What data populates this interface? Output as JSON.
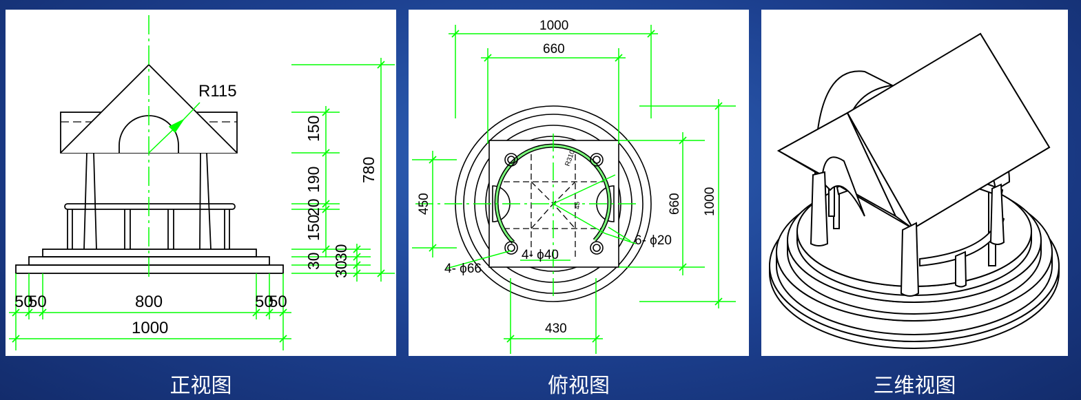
{
  "colors": {
    "background": "#1f4494",
    "dimension": "#00ff00",
    "drawing": "#000000"
  },
  "front_view": {
    "caption": "正视图",
    "radius_label": "R115",
    "dims_vertical": [
      "150",
      "190",
      "20",
      "150",
      "30",
      "30",
      "30"
    ],
    "dim_total_height": "780",
    "dims_bottom": [
      "50",
      "50",
      "800",
      "50",
      "50"
    ],
    "dim_total_width": "1000"
  },
  "top_view": {
    "caption": "俯视图",
    "dim_top_outer": "1000",
    "dim_top_inner": "660",
    "dim_left": "450",
    "dim_right_inner": "660",
    "dim_right_outer": "1000",
    "dim_bottom": "430",
    "label_holes_small": "6- ϕ20",
    "label_holes_mid": "4- ϕ40",
    "label_holes_large": "4- ϕ66",
    "label_r310": "R310",
    "label_angle": "45"
  },
  "iso_view": {
    "caption": "三维视图"
  }
}
